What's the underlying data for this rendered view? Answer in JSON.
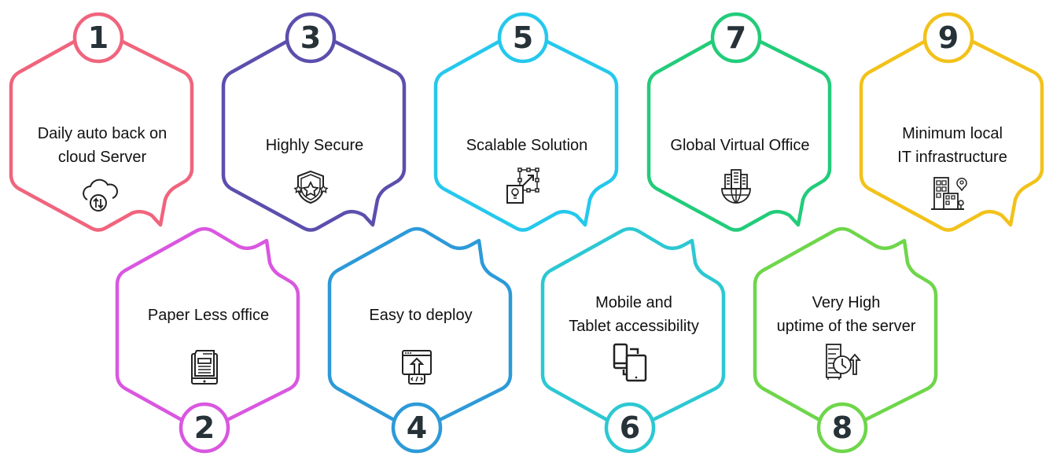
{
  "title": "Cloud hosting benefits",
  "items": [
    {
      "number": "1",
      "lines": [
        "Daily auto back on",
        "cloud Server"
      ],
      "icon": "cloud-sync-icon",
      "color": "#f0647d",
      "row": "top"
    },
    {
      "number": "2",
      "lines": [
        "Paper Less office"
      ],
      "icon": "tablet-document-icon",
      "color": "#d957e0",
      "row": "bottom"
    },
    {
      "number": "3",
      "lines": [
        "Highly Secure"
      ],
      "icon": "shield-stars-icon",
      "color": "#5b4fad",
      "row": "top"
    },
    {
      "number": "4",
      "lines": [
        "Easy to deploy"
      ],
      "icon": "deploy-code-icon",
      "color": "#2d9ad8",
      "row": "bottom"
    },
    {
      "number": "5",
      "lines": [
        "Scalable Solution"
      ],
      "icon": "scale-idea-icon",
      "color": "#25c8ec",
      "row": "top"
    },
    {
      "number": "6",
      "lines": [
        "Mobile and",
        "Tablet accessibility"
      ],
      "icon": "mobile-tablet-icon",
      "color": "#2cc8d2",
      "row": "bottom"
    },
    {
      "number": "7",
      "lines": [
        "Global Virtual Office"
      ],
      "icon": "global-office-icon",
      "color": "#22cc7a",
      "row": "top"
    },
    {
      "number": "8",
      "lines": [
        "Very High",
        "uptime of the server"
      ],
      "icon": "server-uptime-icon",
      "color": "#6ed64a",
      "row": "bottom"
    },
    {
      "number": "9",
      "lines": [
        "Minimum local",
        "IT infrastructure"
      ],
      "icon": "building-location-icon",
      "color": "#f2c21b",
      "row": "top"
    }
  ]
}
